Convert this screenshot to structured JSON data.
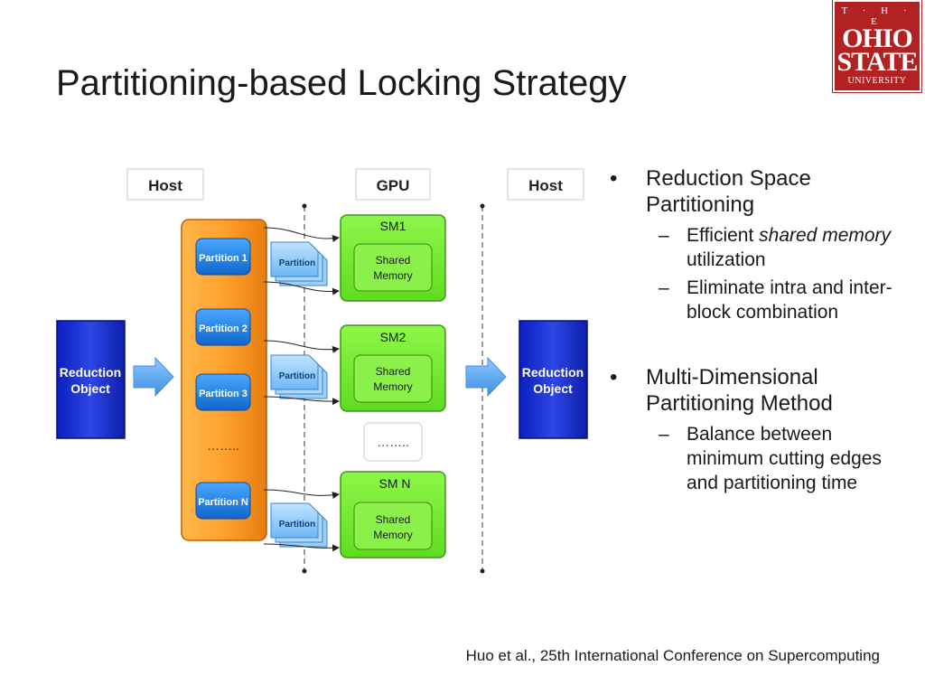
{
  "slide": {
    "title": "Partitioning-based Locking Strategy",
    "citation": "Huo et al., 25th International Conference on Supercomputing"
  },
  "logo": {
    "line1": "T · H · E",
    "line2": "OHIO",
    "line3": "STATE",
    "line4": "UNIVERSITY"
  },
  "diagram": {
    "host_left": "Host",
    "gpu": "GPU",
    "host_right": "Host",
    "reduction_left": [
      "Reduction",
      "Object"
    ],
    "reduction_right": [
      "Reduction",
      "Object"
    ],
    "partitions": [
      "Partition 1",
      "Partition 2",
      "Partition 3",
      "Partition N"
    ],
    "partition_dots": "……..",
    "doc_label": "Partition",
    "sms": [
      {
        "name": "SM1",
        "mem": [
          "Shared",
          "Memory"
        ]
      },
      {
        "name": "SM2",
        "mem": [
          "Shared",
          "Memory"
        ]
      },
      {
        "name": "SM N",
        "mem": [
          "Shared",
          "Memory"
        ]
      }
    ],
    "sm_dots": "……..",
    "colors": {
      "orange": "#f59a20",
      "green": "#7cf32a",
      "blue": "#1a3cc8",
      "partition_blue": "#1f7fe0"
    }
  },
  "bullets": {
    "b1": "Reduction Space Partitioning",
    "b1_sub1_pre": "Efficient ",
    "b1_sub1_em": "shared memory",
    "b1_sub1_post": " utilization",
    "b1_sub2": "Eliminate intra and inter-block combination",
    "b2": "Multi-Dimensional Partitioning Method",
    "b2_sub1": "Balance between minimum cutting edges and partitioning time"
  }
}
